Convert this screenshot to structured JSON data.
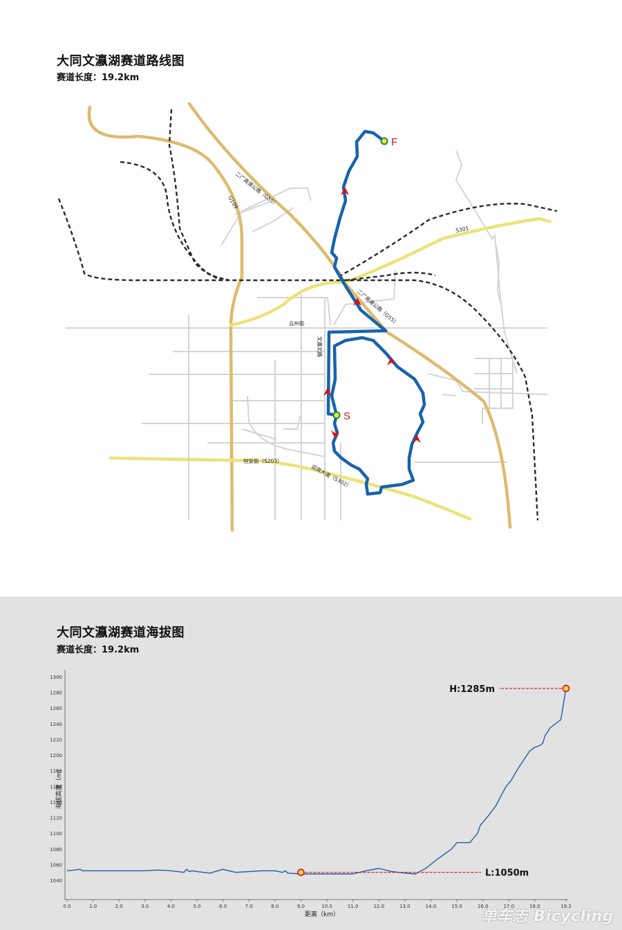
{
  "map": {
    "title": "大同文瀛湖赛道路线图",
    "length_label": "赛道长度：19.2km",
    "start_marker": "S",
    "finish_marker": "F",
    "road_labels": {
      "g55_north": "二广高速公路（G55）",
      "g55_south": "二广高速公路（G55）",
      "g109": "G109",
      "s301": "S301",
      "yunzhou": "云州街",
      "wenying_north": "文瀛北路",
      "hengan": "恒安街（S203）",
      "yingbin": "迎宾大道（S302）"
    },
    "colors": {
      "route": "#1763ab",
      "arrow": "#d2121b",
      "marker_fill": "#f5e54a",
      "marker_stroke": "#1a8a3a",
      "highway": "#ddbb6e",
      "provincial": "#ece27a",
      "street": "#d4d4d4",
      "railway": "#2a2a2a"
    }
  },
  "elevation": {
    "title": "大同文瀛湖赛道海拔图",
    "length_label": "赛道长度：19.2km",
    "high_label": "H:1285m",
    "low_label": "L:1050m",
    "watermark": "单车志 Bicycling",
    "chart_data": {
      "type": "line",
      "xlabel": "距离（km）",
      "ylabel": "海拔高度（m）",
      "xlim": [
        0,
        19.2
      ],
      "ylim": [
        1030,
        1300
      ],
      "x_ticks": [
        "0.0",
        "1.0",
        "2.0",
        "3.0",
        "4.0",
        "5.0",
        "6.0",
        "7.0",
        "8.0",
        "9.0",
        "10.0",
        "11.0",
        "12.0",
        "13.0",
        "14.0",
        "15.0",
        "16.0",
        "17.0",
        "18.0",
        "19.2"
      ],
      "y_ticks": [
        "1040",
        "1060",
        "1080",
        "1100",
        "1120",
        "1140",
        "1160",
        "1180",
        "1200",
        "1220",
        "1240",
        "1260",
        "1280",
        "1300"
      ],
      "series": [
        {
          "color": "#1a5ea8",
          "x": [
            0.0,
            0.3,
            0.5,
            0.6,
            0.8,
            1.5,
            2.5,
            3.0,
            3.5,
            4.0,
            4.5,
            4.6,
            4.7,
            4.8,
            5.0,
            5.5,
            5.8,
            6.0,
            6.1,
            6.5,
            7.0,
            7.5,
            8.0,
            8.3,
            8.4,
            8.5,
            9.0,
            10.0,
            10.5,
            11.0,
            11.5,
            12.0,
            12.5,
            13.0,
            13.4,
            13.8,
            14.3,
            14.8,
            15.0,
            15.3,
            15.5,
            15.8,
            15.9,
            16.2,
            16.5,
            16.7,
            16.9,
            17.1,
            17.3,
            17.6,
            17.8,
            18.0,
            18.2,
            18.3,
            18.4,
            18.6,
            19.0,
            19.2
          ],
          "y": [
            1052,
            1053,
            1054,
            1052,
            1052,
            1052,
            1052,
            1052,
            1053,
            1052,
            1050,
            1054,
            1051,
            1052,
            1051,
            1049,
            1052,
            1054,
            1053,
            1050,
            1051,
            1052,
            1052,
            1050,
            1052,
            1049,
            1048,
            1048,
            1048,
            1048,
            1052,
            1055,
            1051,
            1049,
            1048,
            1055,
            1068,
            1080,
            1088,
            1088,
            1088,
            1100,
            1110,
            1122,
            1135,
            1148,
            1160,
            1168,
            1180,
            1195,
            1205,
            1210,
            1212,
            1215,
            1225,
            1235,
            1245,
            1285
          ]
        }
      ]
    }
  }
}
